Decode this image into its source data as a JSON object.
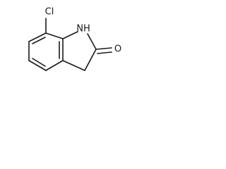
{
  "molecule": {
    "atoms": {
      "cl": "Cl",
      "nh": "NH",
      "o": "O"
    }
  }
}
